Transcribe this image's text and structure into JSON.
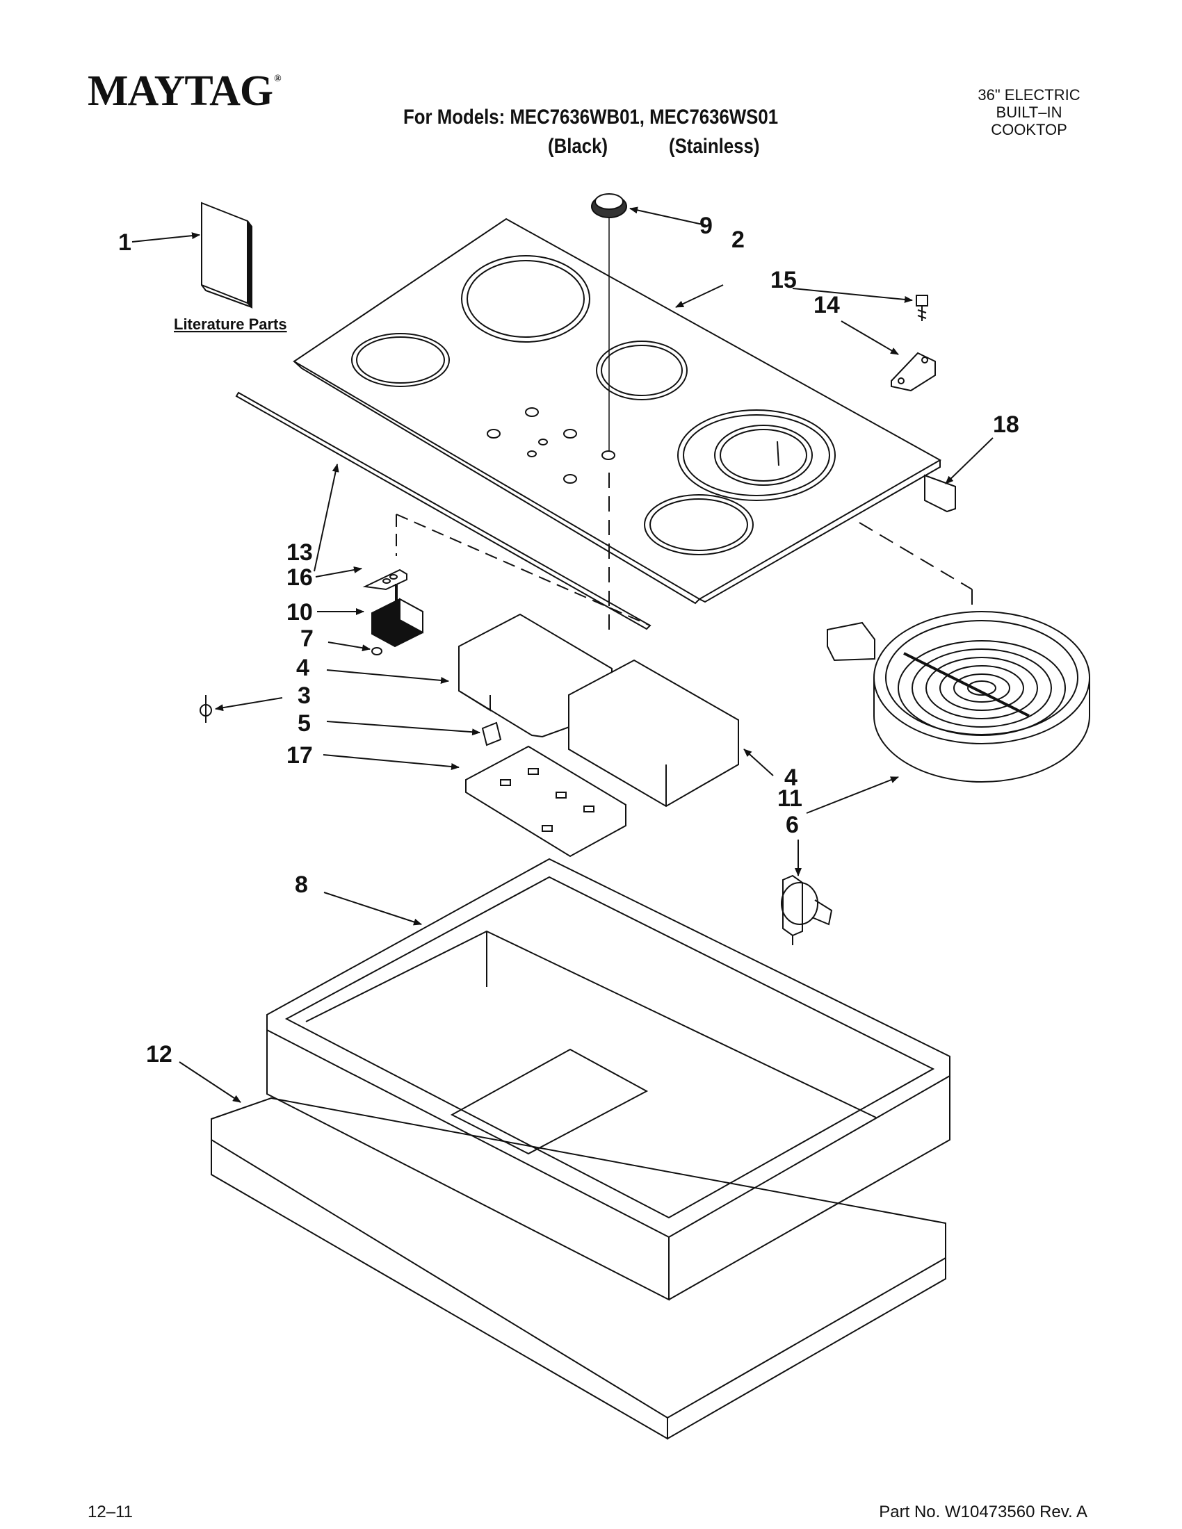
{
  "header": {
    "brand": "MAYTAG",
    "brand_mark": "®",
    "models_line": "For Models: MEC7636WB01, MEC7636WS01",
    "variant_black": "(Black)",
    "variant_stainless": "(Stainless)",
    "product_lines": [
      "36\" ELECTRIC",
      "BUILT–IN",
      "COOKTOP"
    ]
  },
  "literature_label": "Literature Parts",
  "callouts": {
    "c1": "1",
    "c2": "2",
    "c3": "3",
    "c4a": "4",
    "c4b": "4",
    "c5": "5",
    "c6": "6",
    "c7": "7",
    "c8": "8",
    "c9": "9",
    "c10": "10",
    "c11": "11",
    "c12": "12",
    "c13": "13",
    "c14": "14",
    "c15": "15",
    "c16": "16",
    "c17": "17",
    "c18": "18"
  },
  "footer": {
    "date_code": "12–11",
    "part_no": "Part No. W10473560 Rev. A"
  }
}
